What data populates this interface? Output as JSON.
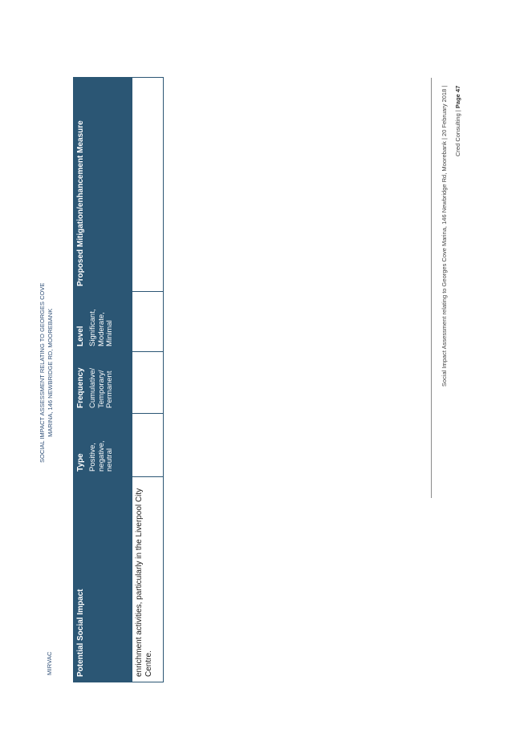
{
  "header": {
    "brand": "MIRVAC",
    "title_line1": "SOCIAL IMPACT ASSESSMENT RELATING TO GEORGES COVE",
    "title_line2": "MARINA, 146 NEWBRIDGE RD, MOOREBANK"
  },
  "table": {
    "columns": [
      {
        "title": "Potential Social Impact",
        "sub": ""
      },
      {
        "title": "Type",
        "sub": "Positive, negative, neutral"
      },
      {
        "title": "Frequency",
        "sub": "Cumulative/ Temporary/ Permanent"
      },
      {
        "title": "Level",
        "sub": "Significant, Moderate, Minimal"
      },
      {
        "title": "Proposed Mitigation/enhancement Measure",
        "sub": ""
      }
    ],
    "rows": [
      {
        "impact": "enrichment activities, particularly in the Liverpool City Centre.",
        "type": "",
        "frequency": "",
        "level": "",
        "measure": ""
      }
    ]
  },
  "footer": {
    "line1": "Social Impact Assessment relating to Georges Cove Marina, 146 Newbridge Rd, Moorebank | 20 February 2018 |",
    "company": "Cred Consulting | ",
    "page_label": "Page 47"
  }
}
